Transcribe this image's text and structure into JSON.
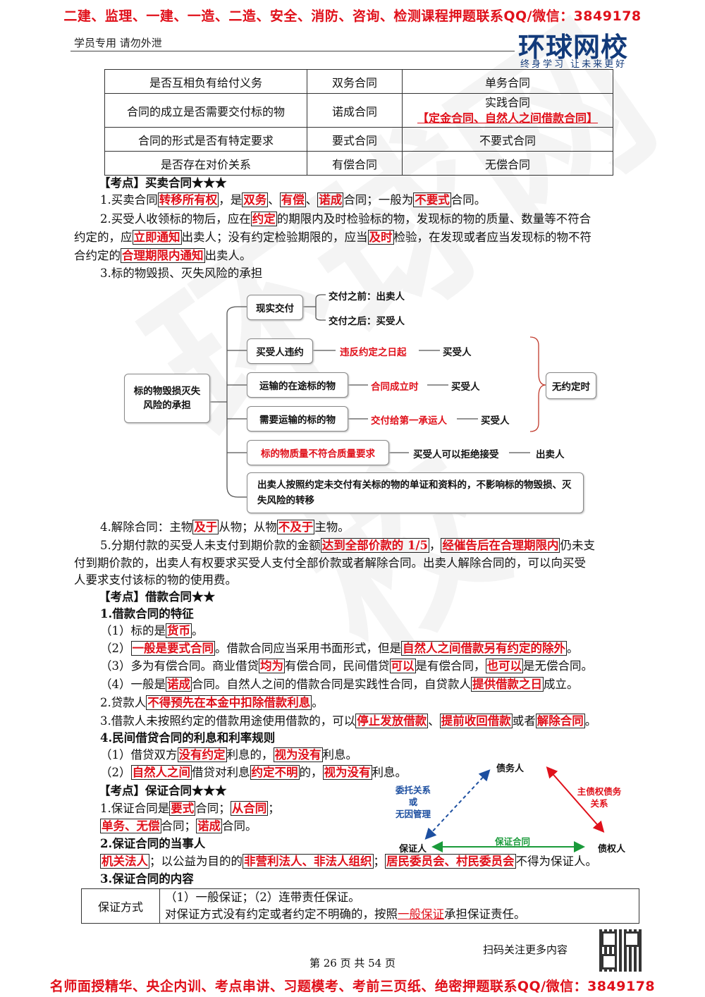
{
  "banner_top": "二建、监理、一建、一造、二造、安全、消防、咨询、检测课程押题联系QQ/微信：3849178",
  "banner_bottom": "名师面授精华、央企内训、考点串讲、习题模考、考前三页纸、绝密押题联系QQ/微信：3849178",
  "header": {
    "left": "学员专用 请勿外泄",
    "logo": "环球网校",
    "slogan": "终身学习 让未来更好"
  },
  "table1": {
    "rows": [
      {
        "c1": "是否互相负有给付义务",
        "c2": "双务合同",
        "c3": "单务合同"
      },
      {
        "c1": "合同的成立是否需要交付标的物",
        "c2": "诺成合同",
        "c3": "实践合同",
        "c3b": "【定金合同、自然人之间借款合同】"
      },
      {
        "c1": "合同的形式是否有特定要求",
        "c2": "要式合同",
        "c3": "不要式合同"
      },
      {
        "c1": "是否存在对价关系",
        "c2": "有偿合同",
        "c3": "无偿合同"
      }
    ]
  },
  "sale": {
    "heading": "【考点】买卖合同★★★",
    "p1": [
      "1.买卖合同",
      "转移所有权",
      "，是",
      "双务",
      "、",
      "有偿",
      "、",
      "诺成",
      "合同；一般为",
      "不要式",
      "合同。"
    ],
    "p2a": [
      "2.买受人收领标的物后，应在",
      "约定",
      "的期限内及时检验标的物，发现标的物的质量、数量等不符合"
    ],
    "p2b": [
      "约定的，应",
      "立即通知",
      "出卖人；没有约定检验期限的，应当",
      "及时",
      "检验，在发现或者应当发现标的物不符"
    ],
    "p2c": [
      "合约定的",
      "合理期限内通知",
      "出卖人。"
    ],
    "p3": "3.标的物毁损、灭失风险的承担",
    "p4": [
      "4.解除合同：主物",
      "及于",
      "从物；从物",
      "不及于",
      "主物。"
    ],
    "p5a": [
      "5.分期付款的买受人未支付到期价款的金额",
      "达到全部价款的 1/5",
      "，",
      "经催告后在合理期限内",
      "仍未支"
    ],
    "p5b": "付到期价款的，出卖人有权要求买受人支付全部价款或者解除合同。出卖人解除合同的，可以向买受",
    "p5c": "人要求支付该标的物的使用费。"
  },
  "diagram": {
    "root": "标的物毁损灭失风险的承担",
    "n1": "现实交付",
    "n1a": "交付之前：出卖人",
    "n1b": "交付之后：买受人",
    "n2": "买受人违约",
    "n2r": "违反约定之日起",
    "n2p": "买受人",
    "n3": "运输的在途标的物",
    "n3r": "合同成立时",
    "n3p": "买受人",
    "n4": "需要运输的标的物",
    "n4r": "交付给第一承运人",
    "n4p": "买受人",
    "brace": "无约定时",
    "n5": "标的物质量不符合质量要求",
    "n5a": "买受人可以拒绝接受",
    "n5b": "出卖人",
    "n6": "出卖人按照约定未交付有关标的物的单证和资料的，不影响标的物毁损、灭失风险的转移"
  },
  "loan": {
    "heading": "【考点】借款合同★★",
    "s1": "1.借款合同的特征",
    "l1": [
      "（1）标的是",
      "货币",
      "。"
    ],
    "l2": [
      "（2）",
      "一般是要式合同",
      "。借款合同应当采用书面形式，但是",
      "自然人之间借款另有约定的除外",
      "。"
    ],
    "l3": [
      "（3）多为有偿合同。商业借贷",
      "均为",
      "有偿合同，民间借贷",
      "可以",
      "是有偿合同，",
      "也可以",
      "是无偿合同。"
    ],
    "l4": [
      "（4）一般是",
      "诺成",
      "合同。自然人之间的借款合同是实践性合同，自贷款人",
      "提供借款之日",
      "成立。"
    ],
    "s2": [
      "2.贷款人",
      "不得预先在本金中扣除借款利息",
      "。"
    ],
    "s3": [
      "3.借款人未按照约定的借款用途使用借款的，可以",
      "停止发放借款",
      "、",
      "提前收回借款",
      "或者",
      "解除合同",
      "。"
    ],
    "s4": "4.民间借贷合同的利息和利率规则",
    "r1": [
      "（1）借贷双方",
      "没有约定",
      "利息的，",
      "视为没有",
      "利息。"
    ],
    "r2": [
      "（2）",
      "自然人之间",
      "借贷对利息",
      "约定不明",
      "的，",
      "视为没有",
      "利息。"
    ]
  },
  "guarantee": {
    "heading": "【考点】保证合同★★★",
    "g1": [
      "1.保证合同是",
      "要式",
      "合同；",
      "从合同",
      "；"
    ],
    "g1b": [
      "单务、无偿",
      "合同；",
      "诺成",
      "合同。"
    ],
    "s2": "2.保证合同的当事人",
    "g2": [
      "机关法人",
      "；以公益为目的的",
      "非营利法人、非法人组织",
      "；",
      "居民委员会、村民委员会",
      "不得为保证人。"
    ],
    "s3": "3.保证合同的内容",
    "tbl_label": "保证方式",
    "tbl_l1": "（1）一般保证；（2）连带责任保证。",
    "tbl_l2a": "对保证方式没有约定或者约定不明确的，按照",
    "tbl_l2b": "一般保证",
    "tbl_l2c": "承担保证责任。"
  },
  "triangle": {
    "top": "债务人",
    "left": "保证人",
    "right": "债权人",
    "left_edge": [
      "委托关系",
      "或",
      "无因管理"
    ],
    "right_edge": [
      "主债权债务",
      "关系"
    ],
    "bottom_edge": "保证合同"
  },
  "footer": {
    "qr_text": "扫码关注更多内容",
    "page": "第 26 页 共 54 页"
  },
  "colors": {
    "red": "#e0101a",
    "green": "#1a9a3a",
    "blue": "#1d4fa0"
  }
}
